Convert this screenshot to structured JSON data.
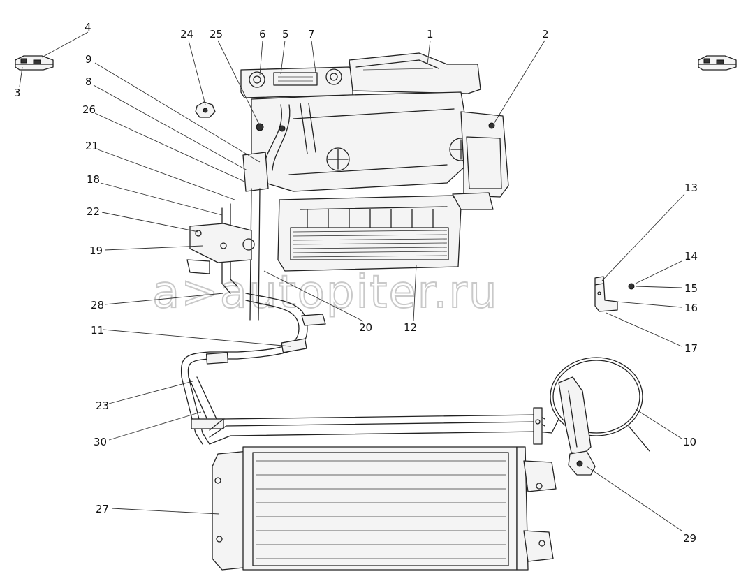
{
  "watermark": "a>autopiter.ru",
  "callouts": [
    "1",
    "2",
    "3",
    "4",
    "5",
    "6",
    "7",
    "8",
    "9",
    "10",
    "11",
    "12",
    "13",
    "14",
    "15",
    "16",
    "17",
    "18",
    "19",
    "20",
    "21",
    "22",
    "23",
    "24",
    "25",
    "26",
    "27",
    "28",
    "29",
    "30"
  ]
}
